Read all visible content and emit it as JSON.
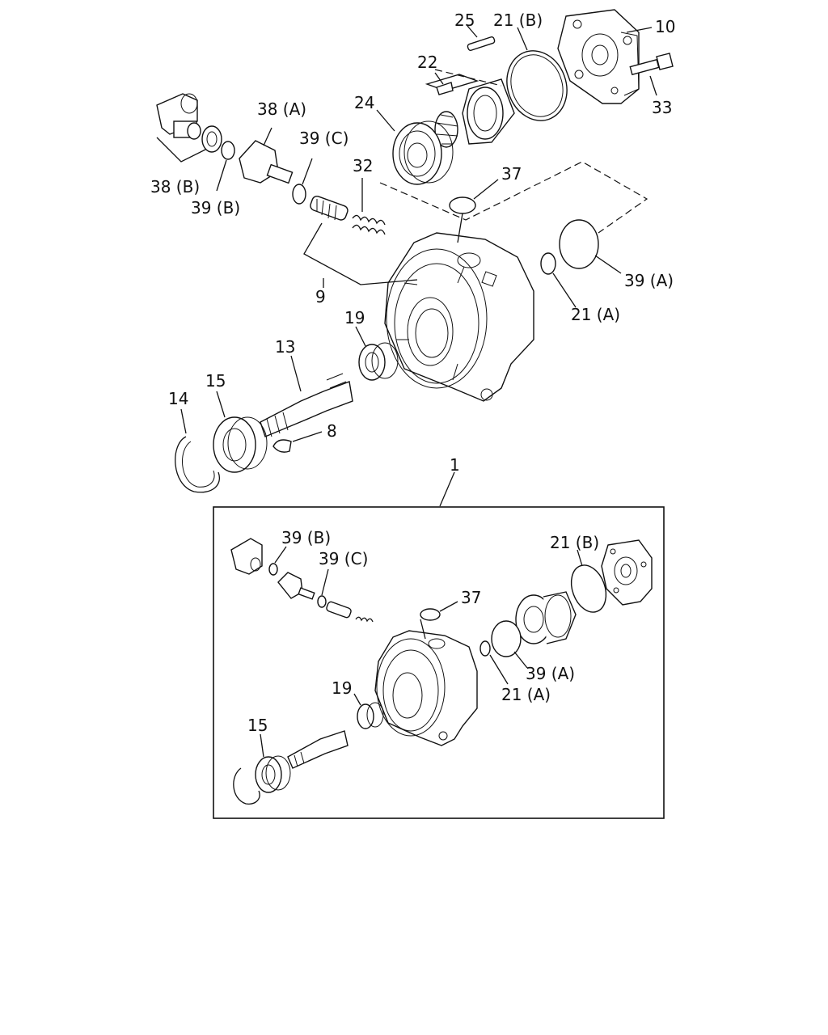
{
  "labels": {
    "l25": "25",
    "l21b": "21 (B)",
    "l10": "10",
    "l33": "33",
    "l22": "22",
    "l24": "24",
    "l38a": "38 (A)",
    "l39c": "39 (C)",
    "l38b": "38 (B)",
    "l39b": "39 (B)",
    "l32": "32",
    "l37": "37",
    "l39a": "39 (A)",
    "l21a": "21 (A)",
    "l9": "9",
    "l19": "19",
    "l13": "13",
    "l14": "14",
    "l15": "15",
    "l8": "8",
    "l1": "1"
  },
  "inset_labels": {
    "l39b": "39 (B)",
    "l39c": "39 (C)",
    "l21b": "21 (B)",
    "l37": "37",
    "l39a": "39 (A)",
    "l21a": "21 (A)",
    "l19": "19",
    "l15": "15"
  }
}
